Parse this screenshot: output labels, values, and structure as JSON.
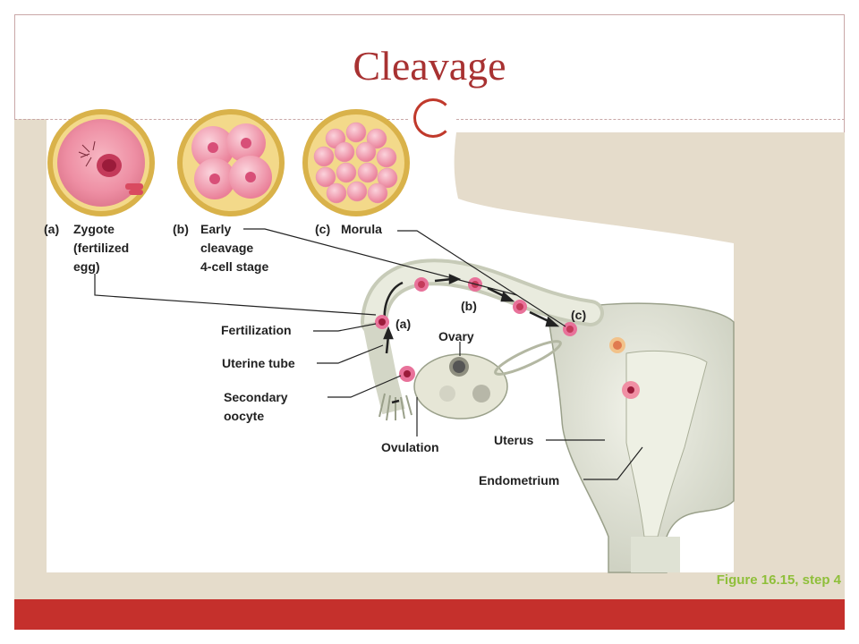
{
  "title": "Cleavage",
  "stages": {
    "a": {
      "letter": "(a)",
      "line1": "Zygote",
      "line2": "(fertilized",
      "line3": "egg)"
    },
    "b": {
      "letter": "(b)",
      "line1": "Early",
      "line2": "cleavage",
      "line3": "4-cell stage"
    },
    "c": {
      "letter": "(c)",
      "line1": "Morula"
    }
  },
  "labels": {
    "fertilization": "Fertilization",
    "uterine_tube": "Uterine tube",
    "secondary_oocyte_1": "Secondary",
    "secondary_oocyte_2": "oocyte",
    "ovulation": "Ovulation",
    "ovary": "Ovary",
    "uterus": "Uterus",
    "endometrium": "Endometrium",
    "marker_a": "(a)",
    "marker_b": "(b)",
    "marker_c": "(c)"
  },
  "caption": "Figure 16.15, step 4",
  "colors": {
    "title": "#a83232",
    "bar": "#c5302c",
    "beige": "#e5dccb",
    "caption": "#8fbf3a"
  }
}
